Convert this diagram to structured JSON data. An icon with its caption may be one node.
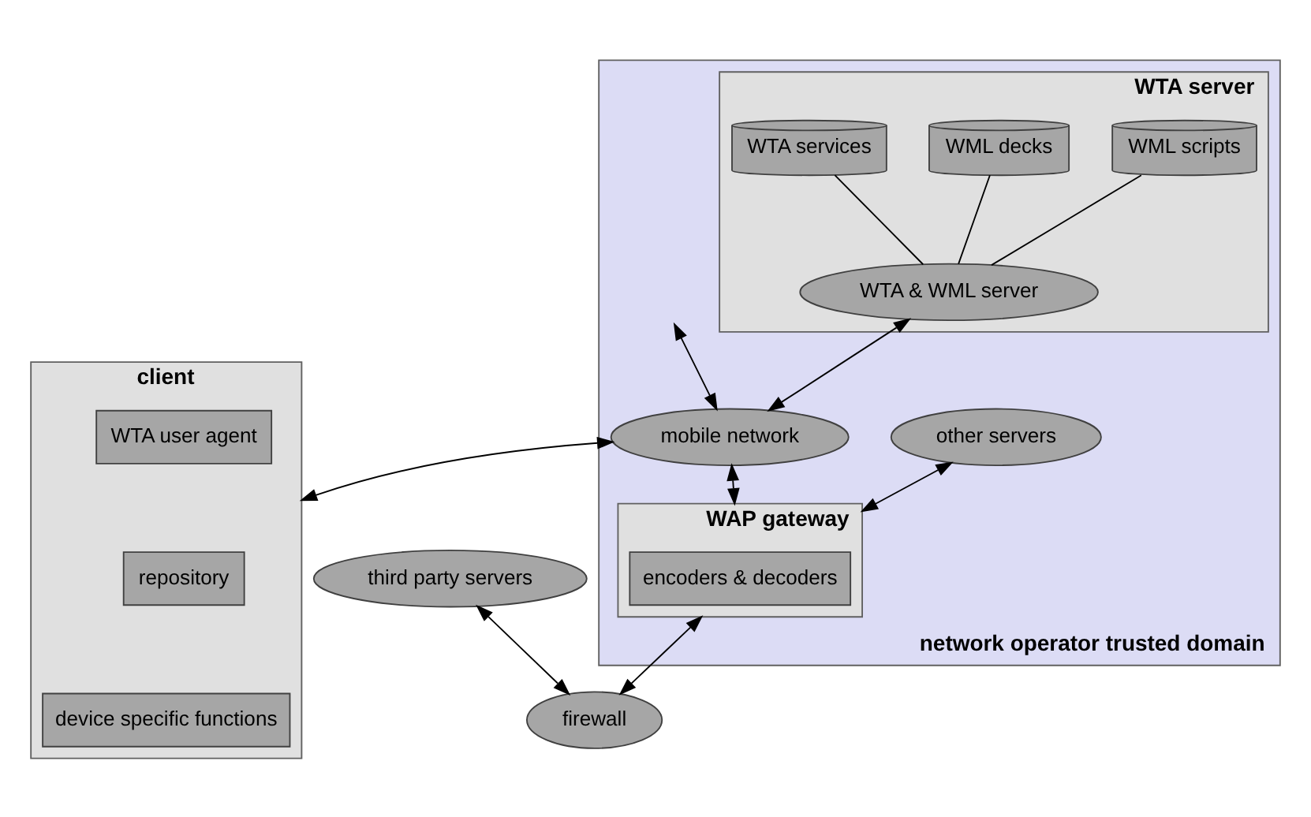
{
  "diagram": {
    "nodes": [
      {
        "text": [
          "network operator trusted domain"
        ]
      },
      {
        "text": [
          "WTA server"
        ],
        "in": 0
      },
      {
        "text": [
          "WML scripts"
        ],
        "in": 1
      },
      {
        "text": [
          "WTA & WML server"
        ],
        "in": 1
      },
      {
        "text": [
          "WML decks"
        ],
        "in": 1
      },
      {
        "text": [
          "WTA services"
        ],
        "in": 1
      },
      {
        "text": [
          "mobile network"
        ],
        "in": 0
      },
      {
        "text": [
          "client"
        ]
      },
      {
        "text": [
          "WTA user agent"
        ],
        "in": 7
      },
      {
        "text": [
          "repository"
        ],
        "in": 7
      },
      {
        "text": [
          "device specific functions"
        ],
        "in": 7
      },
      {
        "text": [
          "WAP gateway"
        ],
        "in": 0
      },
      {
        "text": [
          "encoders & decoders"
        ],
        "in": 11
      },
      {
        "text": [
          "other servers"
        ],
        "in": 0
      },
      {
        "text": [
          "third party servers"
        ]
      },
      {
        "text": [
          "firewall"
        ]
      }
    ],
    "edges": [
      {
        "from": 2,
        "to": 3,
        "arrow": "none"
      },
      {
        "from": 4,
        "to": 3,
        "arrow": "none"
      },
      {
        "from": 5,
        "to": 3,
        "arrow": "none"
      },
      {
        "from": null,
        "to": 6,
        "arrow": "both"
      },
      {
        "from": 3,
        "to": 6,
        "arrow": "both"
      },
      {
        "from": 6,
        "to": 7,
        "arrow": "both"
      },
      {
        "from": 6,
        "to": 11,
        "arrow": "both"
      },
      {
        "from": 13,
        "to": 11,
        "arrow": "both"
      },
      {
        "from": 11,
        "to": 15,
        "arrow": "both"
      },
      {
        "from": 14,
        "to": 15,
        "arrow": "both"
      }
    ]
  }
}
